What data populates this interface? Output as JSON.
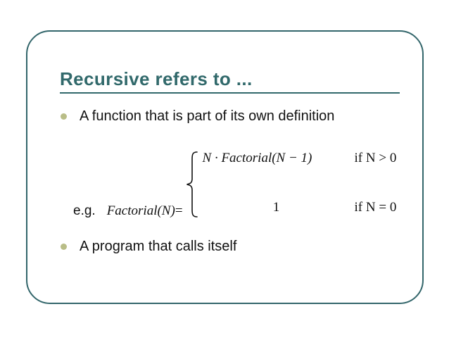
{
  "slide": {
    "title": "Recursive refers to ...",
    "accent_color": "#31696b",
    "bullet_color": "#b9bd87",
    "text_color": "#111111",
    "background_color": "#ffffff",
    "bullets": [
      {
        "text": "A function that is part of its own definition"
      },
      {
        "text": "A program that calls itself"
      }
    ],
    "formula": {
      "eg_label": "e.g.",
      "lhs": "Factorial(N)",
      "equals": "=",
      "cases": [
        {
          "expression": "N · Factorial(N − 1)",
          "condition": "if N > 0"
        },
        {
          "expression": "1",
          "condition": "if N = 0"
        }
      ]
    }
  }
}
